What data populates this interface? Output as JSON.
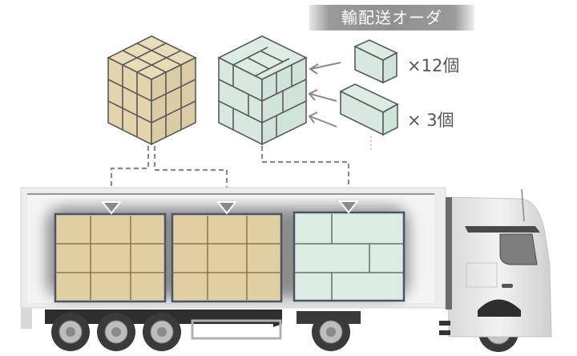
{
  "title": "輸配送オーダ",
  "items": [
    {
      "label": "×12個",
      "shape": "small-box",
      "count": 12
    },
    {
      "label": "× 3個",
      "shape": "long-box",
      "count": 3
    }
  ],
  "colors": {
    "beige_box": "#e9dcb9",
    "green_box": "#dcece4",
    "outline": "#5a5a5a",
    "cargo_border": "#4a5468",
    "cargo_shadow": "#8c8c8c",
    "title_bg": "#909090",
    "arrow": "#8a8a8a"
  },
  "diagram": {
    "uniform_stack": "beige 3x3x3 cube stack",
    "mixed_stack": "green mixed-size box stack",
    "truck": "semi-trailer truck with three cargo slots",
    "cargo_slots": [
      "uniform-stack",
      "uniform-stack",
      "mixed-stack"
    ]
  }
}
